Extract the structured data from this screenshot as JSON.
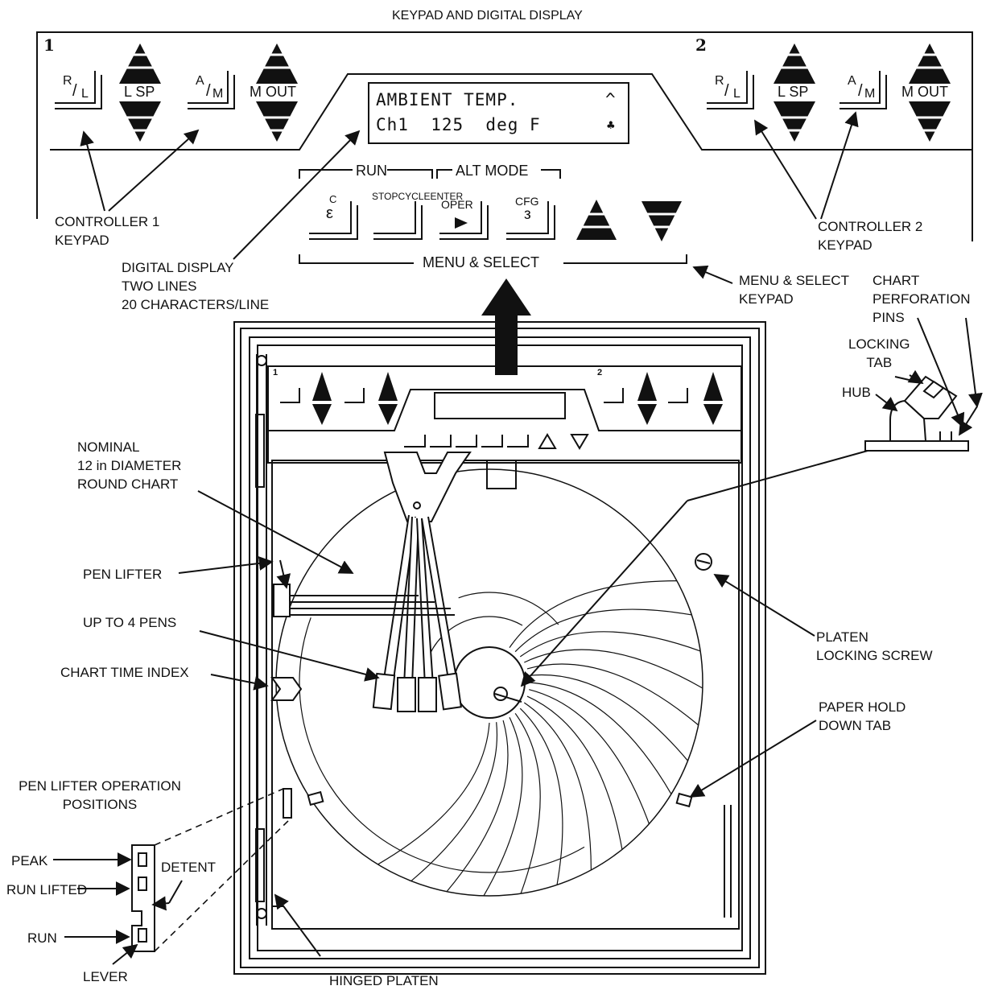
{
  "title": "KEYPAD AND DIGITAL DISPLAY",
  "keypad": {
    "controller1_number": "1",
    "controller2_number": "2",
    "rl_key": {
      "top": "R",
      "bottom": "L"
    },
    "am_key": {
      "top": "A",
      "bottom": "M"
    },
    "lsp_label": "L SP",
    "mout_label": "M OUT",
    "display_line1": "AMBIENT TEMP.",
    "display_line1_right": "^",
    "display_line2": "Ch1  125  deg F",
    "display_line2_right": "♣",
    "run_bracket": "RUN",
    "alt_mode_bracket": "ALT MODE",
    "menu_select_bracket": "MENU & SELECT",
    "c_key": "C",
    "stop_key": [
      "STOP",
      "CYCLE",
      "ENTER"
    ],
    "oper_key": "OPER",
    "cfg_key": "CFG"
  },
  "labels": {
    "controller1_keypad": [
      "CONTROLLER  1",
      "KEYPAD"
    ],
    "controller2_keypad": [
      "CONTROLLER  2",
      "KEYPAD"
    ],
    "digital_display": [
      "DIGITAL DISPLAY",
      "TWO LINES",
      "20 CHARACTERS/LINE"
    ],
    "menu_select_keypad": [
      "MENU & SELECT",
      "KEYPAD"
    ],
    "chart_perforation_pins": [
      "CHART",
      "PERFORATION",
      "PINS"
    ],
    "locking_tab": [
      "LOCKING",
      "TAB"
    ],
    "hub": "HUB",
    "round_chart": [
      "NOMINAL",
      "12 in DIAMETER",
      "ROUND CHART"
    ],
    "pen_lifter": "PEN LIFTER",
    "up_to_4_pens": "UP TO 4 PENS",
    "chart_time_index": "CHART TIME INDEX",
    "platen_locking_screw": [
      "PLATEN",
      "LOCKING SCREW"
    ],
    "paper_hold_down_tab": [
      "PAPER HOLD",
      "DOWN TAB"
    ],
    "pen_lifter_operation": [
      "PEN LIFTER OPERATION",
      "POSITIONS"
    ],
    "peak": "PEAK",
    "run_lifted": "RUN LIFTED",
    "run": "RUN",
    "detent": "DETENT",
    "lever": "LEVER",
    "hinged_platen": "HINGED PLATEN"
  },
  "recorder": {
    "controller1_number": "1",
    "controller2_number": "2"
  }
}
